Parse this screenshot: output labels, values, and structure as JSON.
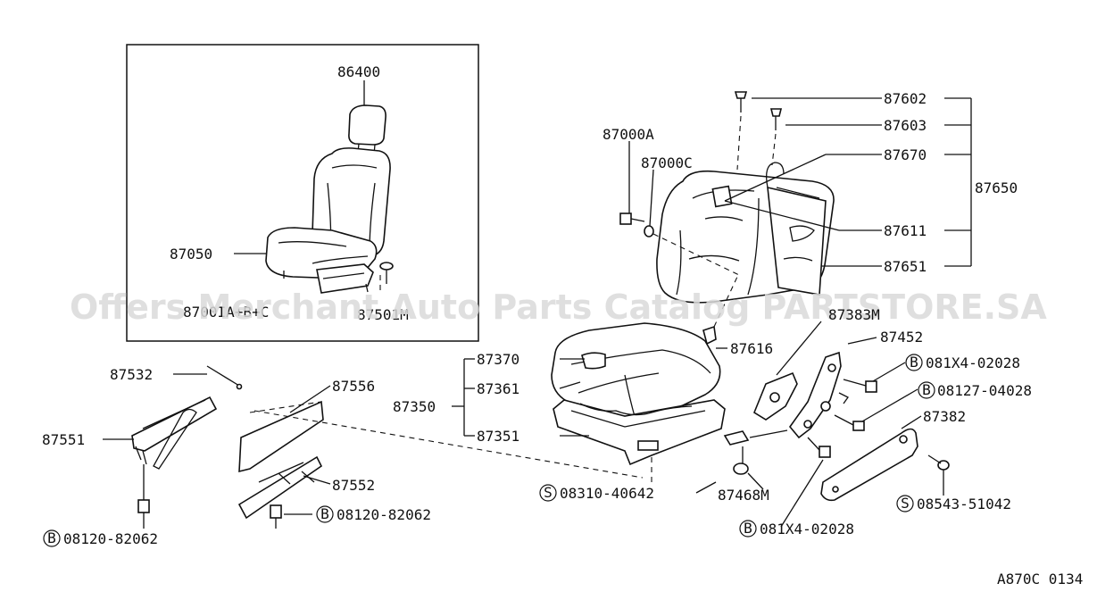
{
  "watermark": "Offers Merchant Auto Parts Catalog PARTSTORE.SA",
  "diagram_code": "A870C 0134",
  "inset": {
    "labels": {
      "headrest": "86400",
      "seat_assy": "87050",
      "seat_assy_suffix": "8700IA+B+C",
      "inset_bolt": "87501M"
    }
  },
  "parts": {
    "p87602": "87602",
    "p87603": "87603",
    "p87000A": "87000A",
    "p87000C": "87000C",
    "p87670": "87670",
    "p87650": "87650",
    "p87611": "87611",
    "p87651": "87651",
    "p87383M": "87383M",
    "p87616": "87616",
    "p87452": "87452",
    "p87370": "87370",
    "p87361": "87361",
    "p87350": "87350",
    "p87351": "87351",
    "p87532": "87532",
    "p87556": "87556",
    "p87551": "87551",
    "p87552": "87552",
    "p87382": "87382",
    "p87468M": "87468M"
  },
  "callouts": {
    "b_081X4_02028_top": {
      "prefix": "B",
      "num": "081X4-02028"
    },
    "b_08127_04028": {
      "prefix": "B",
      "num": "08127-04028"
    },
    "s_08310_40642": {
      "prefix": "S",
      "num": "08310-40642"
    },
    "s_08543_51042": {
      "prefix": "S",
      "num": "08543-51042"
    },
    "b_081X4_02028_bottom": {
      "prefix": "B",
      "num": "081X4-02028"
    },
    "b_08120_82062_mid": {
      "prefix": "B",
      "num": "08120-82062"
    },
    "b_08120_82062_left": {
      "prefix": "B",
      "num": "08120-82062"
    }
  }
}
